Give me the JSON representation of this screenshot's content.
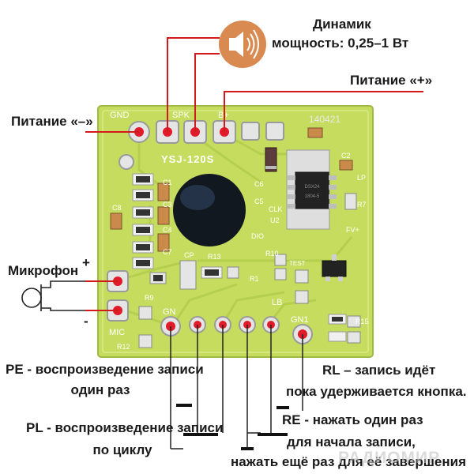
{
  "colors": {
    "board": "#c6dc5e",
    "board_dark": "#a9c448",
    "silk": "#ffffff",
    "line": "#d21a1a",
    "pad": "#e5e5e5",
    "dot": "#e01b2a",
    "speaker": "#d88a50",
    "text": "#1a1a1a"
  },
  "board": {
    "gnd": "GND",
    "spk": "SPK",
    "bplus": "B+",
    "model": "YSJ-120S",
    "date": "140421",
    "mic": "MIC",
    "gn": "GN",
    "gn1": "GN1",
    "lb": "LB",
    "clk": "CLK",
    "dio": "DIO",
    "u2": "U2",
    "fv": "FV+",
    "lp": "LP",
    "r7": "R7",
    "c1": "C1",
    "c2": "C2",
    "c3": "C3",
    "c4": "C4",
    "c5": "C5",
    "c6": "C6",
    "c7": "C7",
    "c8": "C8",
    "r1": "R1",
    "r9": "R9",
    "r12": "R12",
    "r13": "R13",
    "r15": "R15",
    "r10": "R10",
    "test": "TEST",
    "cp": "CP",
    "ic_mark": "DSX24",
    "ic_code": "1804-5"
  },
  "annotations": {
    "speaker_title": "Динамик",
    "speaker_power": "мощность: 0,25–1 Вт",
    "power_plus": "Питание «+»",
    "power_minus": "Питание «–»",
    "microphone": "Микрофон",
    "mic_plus": "+",
    "mic_minus": "-",
    "pe_line1": "PE - воспроизведение записи",
    "pe_line2": "один раз",
    "pl_line1": "PL - воспроизведение записи",
    "pl_line2": "по циклу",
    "rl_line1": "RL – запись идёт",
    "rl_line2": "пока удерживается кнопка.",
    "re_line1": "RE - нажать один раз",
    "re_line2": "для начала записи,",
    "re_line3": "нажать ещё раз для её завершения"
  },
  "watermark": "РАДИОМИР"
}
